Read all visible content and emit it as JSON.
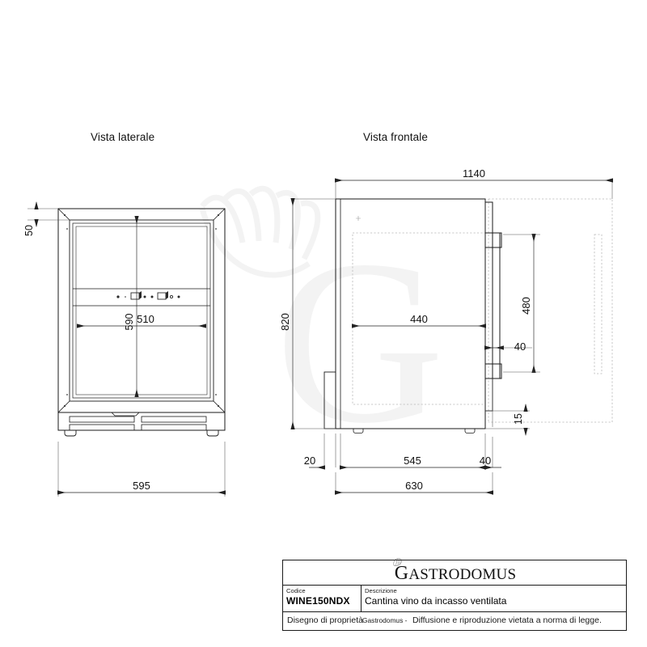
{
  "sheet": {
    "background": "#ffffff",
    "line_color": "#1a1a1a",
    "dim_color": "#222222",
    "hidden_color": "#b8b8b8",
    "watermark_color": "#f4f4f4"
  },
  "views": {
    "side": {
      "title": "Vista laterale"
    },
    "front": {
      "title": "Vista frontale"
    }
  },
  "dimensions": {
    "side": [
      {
        "name": "top-gap",
        "value": "50",
        "unit": "mm",
        "orientation": "vertical"
      },
      {
        "name": "inner-height",
        "value": "590",
        "unit": "mm",
        "orientation": "vertical"
      },
      {
        "name": "inner-width",
        "value": "510",
        "unit": "mm",
        "orientation": "horizontal"
      },
      {
        "name": "overall-width",
        "value": "595",
        "unit": "mm",
        "orientation": "horizontal"
      }
    ],
    "front": [
      {
        "name": "door-swing-total",
        "value": "1140",
        "unit": "mm",
        "orientation": "horizontal"
      },
      {
        "name": "overall-height",
        "value": "820",
        "unit": "mm",
        "orientation": "vertical"
      },
      {
        "name": "door-inner-width",
        "value": "440",
        "unit": "mm",
        "orientation": "horizontal"
      },
      {
        "name": "handle-height",
        "value": "480",
        "unit": "mm",
        "orientation": "vertical"
      },
      {
        "name": "handle-projection",
        "value": "40",
        "unit": "mm",
        "orientation": "horizontal"
      },
      {
        "name": "door-thickness",
        "value": "15",
        "unit": "mm",
        "orientation": "vertical"
      },
      {
        "name": "left-offset",
        "value": "20",
        "unit": "mm",
        "orientation": "horizontal"
      },
      {
        "name": "body-depth",
        "value": "545",
        "unit": "mm",
        "orientation": "horizontal"
      },
      {
        "name": "door-offset",
        "value": "40",
        "unit": "mm",
        "orientation": "horizontal"
      },
      {
        "name": "overall-depth",
        "value": "630",
        "unit": "mm",
        "orientation": "horizontal"
      }
    ]
  },
  "title_block": {
    "logo": "GASTRODOMUS",
    "logo_cap": "G",
    "logo_rest": "ASTRODOMUS",
    "code_label": "Codice",
    "code_value": "WINE150NDX",
    "description_label": "Descrizione",
    "description_value": "Cantina vino da incasso ventilata",
    "footer_prefix": "Disegno di proprietà",
    "footer_brand": "Gastrodomus -",
    "footer_notice": "Diffusione e riproduzione vietata a norma di legge."
  },
  "watermark": {
    "letter": "G"
  }
}
